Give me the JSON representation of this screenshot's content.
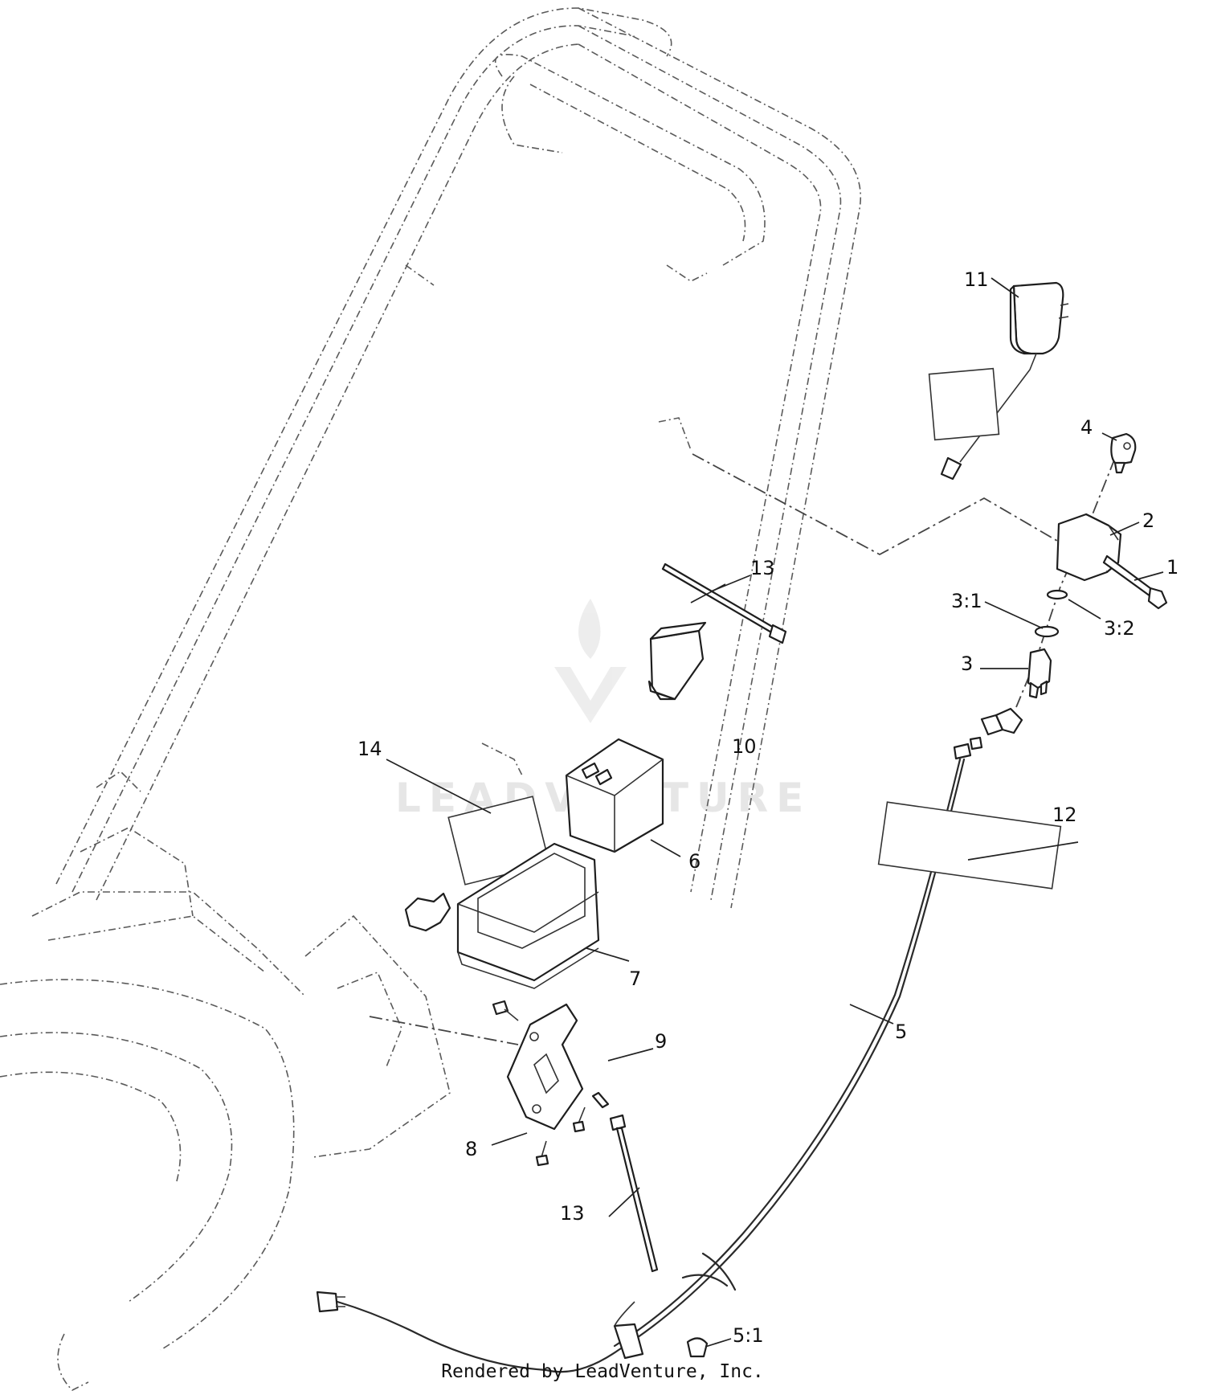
{
  "callouts": {
    "c1": "1",
    "c2": "2",
    "c3": "3",
    "c3_1": "3:1",
    "c3_2": "3:2",
    "c4": "4",
    "c5": "5",
    "c5_1": "5:1",
    "c6": "6",
    "c7": "7",
    "c8": "8",
    "c9": "9",
    "c10": "10",
    "c11": "11",
    "c12": "12",
    "c13a": "13",
    "c13b": "13",
    "c14": "14"
  },
  "watermark": "LEADVENTURE",
  "footer": "Rendered by LeadVenture, Inc."
}
